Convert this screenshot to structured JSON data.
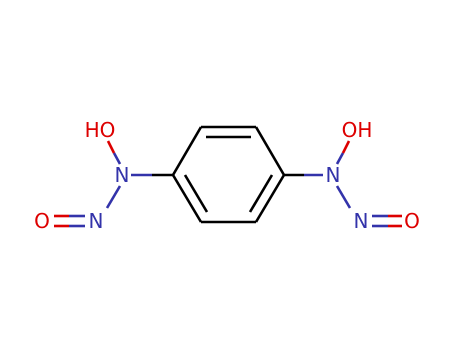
{
  "diagram": {
    "kind": "chemical-structure",
    "colors": {
      "carbon_bond": "#000000",
      "nitrogen": "#3333aa",
      "oxygen": "#dd0000"
    },
    "atoms": [
      {
        "id": "n1",
        "element": "N",
        "label": "N"
      },
      {
        "id": "oh1",
        "element": "O",
        "label": "HO"
      },
      {
        "id": "n2",
        "element": "N",
        "label": "N"
      },
      {
        "id": "o1",
        "element": "O",
        "label": "O"
      },
      {
        "id": "n3",
        "element": "N",
        "label": "N"
      },
      {
        "id": "oh2",
        "element": "O",
        "label": "OH"
      },
      {
        "id": "n4",
        "element": "N",
        "label": "N"
      },
      {
        "id": "o2",
        "element": "O",
        "label": "O"
      }
    ]
  }
}
